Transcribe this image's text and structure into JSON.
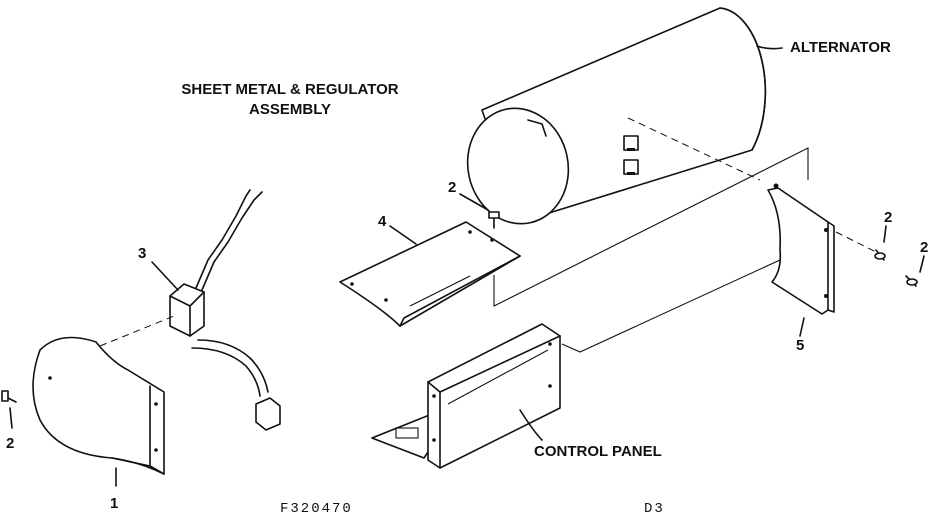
{
  "title": {
    "line1": "SHEET METAL & REGULATOR",
    "line2": "ASSEMBLY"
  },
  "labels": {
    "alternator": "ALTERNATOR",
    "control_panel": "CONTROL PANEL",
    "part_1": "1",
    "part_2_left": "2",
    "part_2_top": "2",
    "part_2_right_a": "2",
    "part_2_right_b": "2",
    "part_3": "3",
    "part_4": "4",
    "part_5": "5"
  },
  "footer": {
    "figure_code": "F320470",
    "page_code": "D3"
  }
}
